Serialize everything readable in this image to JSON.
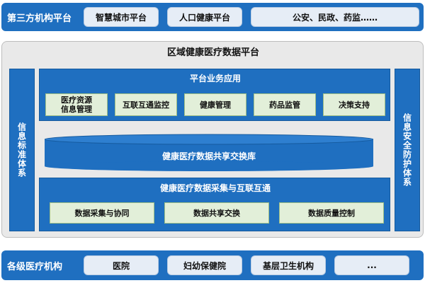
{
  "top_band": {
    "label": "第三方机构平台",
    "items": [
      "智慧城市平台",
      "人口健康平台",
      "公安、民政、药监……"
    ]
  },
  "main_frame": {
    "title": "区域健康医疗数据平台",
    "left_side": "信息标准体系",
    "right_side": "信息安全防护体系",
    "business": {
      "title": "平台业务应用",
      "items": [
        "医疗资源\n信息管理",
        "互联互通监控",
        "健康管理",
        "药品监管",
        "决策支持"
      ]
    },
    "database": {
      "label": "健康医疗数据共享交换库"
    },
    "collect": {
      "title": "健康医疗数据采集与互联互通",
      "items": [
        "数据采集与协同",
        "数据共享交换",
        "数据质量控制"
      ]
    }
  },
  "bottom_band": {
    "label": "各级医疗机构",
    "items": [
      "医院",
      "妇幼保健院",
      "基层卫生机构",
      "..."
    ]
  },
  "colors": {
    "primary_blue": "#1f6fc0",
    "pill_bg": "#e6edf6",
    "green_cell": "#e2efd9",
    "frame_bg": "#e9e9e9"
  }
}
